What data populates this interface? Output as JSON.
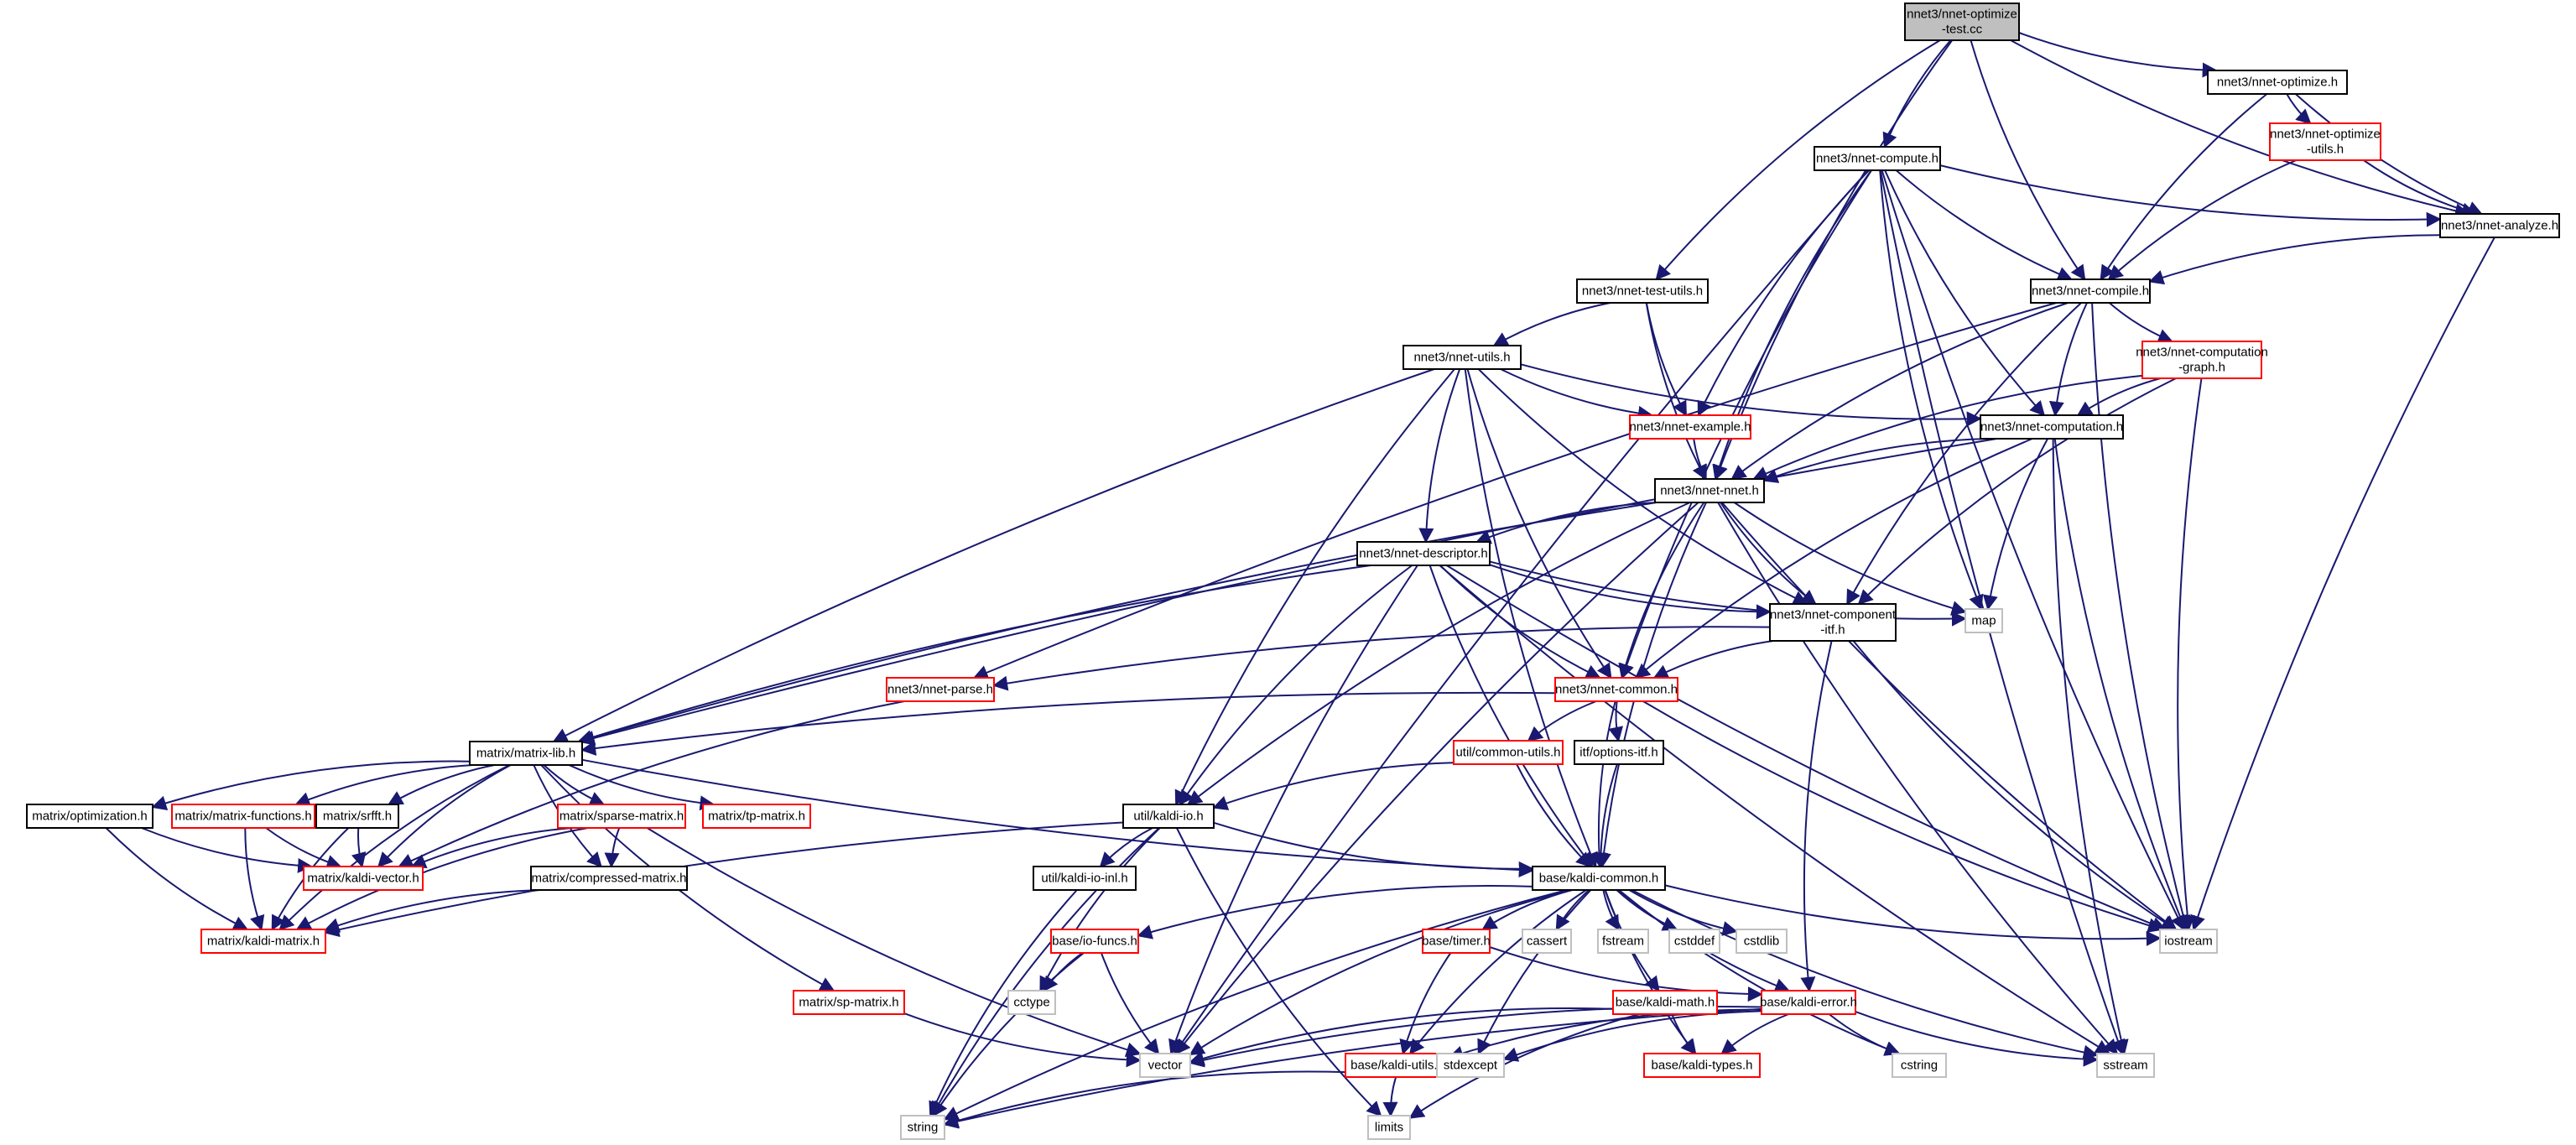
{
  "colors": {
    "edge": "#191970",
    "root_fill": "#bfbfbf",
    "root_stroke": "#000000",
    "default_stroke": "#000000",
    "expandable_stroke": "#ff0000",
    "leaf_stroke": "#bfbfbf",
    "node_fill": "#ffffff"
  },
  "nodes": [
    {
      "id": "root",
      "lines": [
        "nnet3/nnet-optimize",
        "-test.cc"
      ],
      "style": "root"
    },
    {
      "id": "optimize",
      "lines": [
        "nnet3/nnet-optimize.h"
      ],
      "style": "default"
    },
    {
      "id": "optutils",
      "lines": [
        "nnet3/nnet-optimize",
        "-utils.h"
      ],
      "style": "expandable"
    },
    {
      "id": "analyze",
      "lines": [
        "nnet3/nnet-analyze.h"
      ],
      "style": "default"
    },
    {
      "id": "compute",
      "lines": [
        "nnet3/nnet-compute.h"
      ],
      "style": "default"
    },
    {
      "id": "testutils",
      "lines": [
        "nnet3/nnet-test-utils.h"
      ],
      "style": "default"
    },
    {
      "id": "compile",
      "lines": [
        "nnet3/nnet-compile.h"
      ],
      "style": "default"
    },
    {
      "id": "nnetutils",
      "lines": [
        "nnet3/nnet-utils.h"
      ],
      "style": "default"
    },
    {
      "id": "compgraph",
      "lines": [
        "nnet3/nnet-computation",
        "-graph.h"
      ],
      "style": "expandable"
    },
    {
      "id": "example",
      "lines": [
        "nnet3/nnet-example.h"
      ],
      "style": "expandable"
    },
    {
      "id": "computation",
      "lines": [
        "nnet3/nnet-computation.h"
      ],
      "style": "default"
    },
    {
      "id": "nnet",
      "lines": [
        "nnet3/nnet-nnet.h"
      ],
      "style": "default"
    },
    {
      "id": "descriptor",
      "lines": [
        "nnet3/nnet-descriptor.h"
      ],
      "style": "default"
    },
    {
      "id": "map",
      "lines": [
        "map"
      ],
      "style": "leaf"
    },
    {
      "id": "compitf",
      "lines": [
        "nnet3/nnet-component",
        "-itf.h"
      ],
      "style": "default"
    },
    {
      "id": "parse",
      "lines": [
        "nnet3/nnet-parse.h"
      ],
      "style": "expandable"
    },
    {
      "id": "common",
      "lines": [
        "nnet3/nnet-common.h"
      ],
      "style": "expandable"
    },
    {
      "id": "matrixlib",
      "lines": [
        "matrix/matrix-lib.h"
      ],
      "style": "default"
    },
    {
      "id": "commonutils",
      "lines": [
        "util/common-utils.h"
      ],
      "style": "expandable"
    },
    {
      "id": "optionsitf",
      "lines": [
        "itf/options-itf.h"
      ],
      "style": "default"
    },
    {
      "id": "optimization",
      "lines": [
        "matrix/optimization.h"
      ],
      "style": "default"
    },
    {
      "id": "matfuncs",
      "lines": [
        "matrix/matrix-functions.h"
      ],
      "style": "expandable"
    },
    {
      "id": "srfft",
      "lines": [
        "matrix/srfft.h"
      ],
      "style": "default"
    },
    {
      "id": "sparse",
      "lines": [
        "matrix/sparse-matrix.h"
      ],
      "style": "expandable"
    },
    {
      "id": "tpmatrix",
      "lines": [
        "matrix/tp-matrix.h"
      ],
      "style": "expandable"
    },
    {
      "id": "kaldiio",
      "lines": [
        "util/kaldi-io.h"
      ],
      "style": "default"
    },
    {
      "id": "kaldivector",
      "lines": [
        "matrix/kaldi-vector.h"
      ],
      "style": "expandable"
    },
    {
      "id": "compressed",
      "lines": [
        "matrix/compressed-matrix.h"
      ],
      "style": "default"
    },
    {
      "id": "kaldiioinl",
      "lines": [
        "util/kaldi-io-inl.h"
      ],
      "style": "default"
    },
    {
      "id": "kaldicommon",
      "lines": [
        "base/kaldi-common.h"
      ],
      "style": "default"
    },
    {
      "id": "kaldimatrix",
      "lines": [
        "matrix/kaldi-matrix.h"
      ],
      "style": "expandable"
    },
    {
      "id": "iofuncs",
      "lines": [
        "base/io-funcs.h"
      ],
      "style": "expandable"
    },
    {
      "id": "timer",
      "lines": [
        "base/timer.h"
      ],
      "style": "expandable"
    },
    {
      "id": "cassert",
      "lines": [
        "cassert"
      ],
      "style": "leaf"
    },
    {
      "id": "fstream",
      "lines": [
        "fstream"
      ],
      "style": "leaf"
    },
    {
      "id": "cstddef",
      "lines": [
        "cstddef"
      ],
      "style": "leaf"
    },
    {
      "id": "cstdlib",
      "lines": [
        "cstdlib"
      ],
      "style": "leaf"
    },
    {
      "id": "iostream",
      "lines": [
        "iostream"
      ],
      "style": "leaf"
    },
    {
      "id": "cctype",
      "lines": [
        "cctype"
      ],
      "style": "leaf"
    },
    {
      "id": "spmatrix",
      "lines": [
        "matrix/sp-matrix.h"
      ],
      "style": "expandable"
    },
    {
      "id": "kaldimath",
      "lines": [
        "base/kaldi-math.h"
      ],
      "style": "expandable"
    },
    {
      "id": "kaldierror",
      "lines": [
        "base/kaldi-error.h"
      ],
      "style": "expandable"
    },
    {
      "id": "vector",
      "lines": [
        "vector"
      ],
      "style": "leaf"
    },
    {
      "id": "kaldiutils",
      "lines": [
        "base/kaldi-utils.h"
      ],
      "style": "expandable"
    },
    {
      "id": "stdexcept",
      "lines": [
        "stdexcept"
      ],
      "style": "leaf"
    },
    {
      "id": "kaldytypes",
      "lines": [
        "base/kaldi-types.h"
      ],
      "style": "expandable"
    },
    {
      "id": "cstring",
      "lines": [
        "cstring"
      ],
      "style": "leaf"
    },
    {
      "id": "sstream",
      "lines": [
        "sstream"
      ],
      "style": "leaf"
    },
    {
      "id": "string",
      "lines": [
        "string"
      ],
      "style": "leaf"
    },
    {
      "id": "limits",
      "lines": [
        "limits"
      ],
      "style": "leaf"
    }
  ],
  "edges": [
    [
      "root",
      "optimize"
    ],
    [
      "root",
      "analyze"
    ],
    [
      "root",
      "compute"
    ],
    [
      "root",
      "testutils"
    ],
    [
      "root",
      "compile"
    ],
    [
      "root",
      "nnet"
    ],
    [
      "optimize",
      "optutils"
    ],
    [
      "optimize",
      "analyze"
    ],
    [
      "optimize",
      "compile"
    ],
    [
      "optutils",
      "analyze"
    ],
    [
      "optutils",
      "compile"
    ],
    [
      "analyze",
      "compile"
    ],
    [
      "analyze",
      "iostream"
    ],
    [
      "compute",
      "analyze"
    ],
    [
      "compute",
      "compile"
    ],
    [
      "compute",
      "computation"
    ],
    [
      "compute",
      "nnet"
    ],
    [
      "compute",
      "example"
    ],
    [
      "compute",
      "common"
    ],
    [
      "compute",
      "vector"
    ],
    [
      "compute",
      "map"
    ],
    [
      "compute",
      "iostream"
    ],
    [
      "compute",
      "sstream"
    ],
    [
      "testutils",
      "nnetutils"
    ],
    [
      "testutils",
      "example"
    ],
    [
      "testutils",
      "nnet"
    ],
    [
      "compile",
      "compgraph"
    ],
    [
      "compile",
      "computation"
    ],
    [
      "compile",
      "nnet"
    ],
    [
      "compile",
      "parse"
    ],
    [
      "compile",
      "compitf"
    ],
    [
      "compile",
      "iostream"
    ],
    [
      "compgraph",
      "computation"
    ],
    [
      "compgraph",
      "nnet"
    ],
    [
      "compgraph",
      "compitf"
    ],
    [
      "compgraph",
      "iostream"
    ],
    [
      "nnetutils",
      "example"
    ],
    [
      "nnetutils",
      "computation"
    ],
    [
      "nnetutils",
      "descriptor"
    ],
    [
      "nnetutils",
      "compitf"
    ],
    [
      "nnetutils",
      "common"
    ],
    [
      "nnetutils",
      "matrixlib"
    ],
    [
      "nnetutils",
      "kaldiio"
    ],
    [
      "nnetutils",
      "kaldicommon"
    ],
    [
      "example",
      "nnet"
    ],
    [
      "computation",
      "nnet"
    ],
    [
      "computation",
      "map"
    ],
    [
      "computation",
      "common"
    ],
    [
      "computation",
      "iostream"
    ],
    [
      "computation",
      "sstream"
    ],
    [
      "computation",
      "matrixlib"
    ],
    [
      "nnet",
      "descriptor"
    ],
    [
      "nnet",
      "compitf"
    ],
    [
      "nnet",
      "common"
    ],
    [
      "nnet",
      "matrixlib"
    ],
    [
      "nnet",
      "kaldiio"
    ],
    [
      "nnet",
      "kaldicommon"
    ],
    [
      "nnet",
      "map"
    ],
    [
      "nnet",
      "iostream"
    ],
    [
      "nnet",
      "sstream"
    ],
    [
      "nnet",
      "vector"
    ],
    [
      "descriptor",
      "compitf"
    ],
    [
      "descriptor",
      "common"
    ],
    [
      "descriptor",
      "map"
    ],
    [
      "descriptor",
      "kaldicommon"
    ],
    [
      "descriptor",
      "kaldiio"
    ],
    [
      "descriptor",
      "matrixlib"
    ],
    [
      "descriptor",
      "vector"
    ],
    [
      "descriptor",
      "iostream"
    ],
    [
      "descriptor",
      "sstream"
    ],
    [
      "compitf",
      "parse"
    ],
    [
      "compitf",
      "common"
    ],
    [
      "compitf",
      "kaldierror"
    ],
    [
      "compitf",
      "iostream"
    ],
    [
      "parse",
      "kaldivector"
    ],
    [
      "common",
      "matrixlib"
    ],
    [
      "common",
      "commonutils"
    ],
    [
      "common",
      "optionsitf"
    ],
    [
      "common",
      "kaldicommon"
    ],
    [
      "common",
      "iostream"
    ],
    [
      "commonutils",
      "kaldiio"
    ],
    [
      "commonutils",
      "kaldicommon"
    ],
    [
      "optionsitf",
      "kaldicommon"
    ],
    [
      "matrixlib",
      "optimization"
    ],
    [
      "matrixlib",
      "matfuncs"
    ],
    [
      "matrixlib",
      "srfft"
    ],
    [
      "matrixlib",
      "sparse"
    ],
    [
      "matrixlib",
      "tpmatrix"
    ],
    [
      "matrixlib",
      "spmatrix"
    ],
    [
      "matrixlib",
      "kaldivector"
    ],
    [
      "matrixlib",
      "compressed"
    ],
    [
      "matrixlib",
      "kaldimatrix"
    ],
    [
      "matrixlib",
      "kaldicommon"
    ],
    [
      "optimization",
      "kaldivector"
    ],
    [
      "optimization",
      "kaldimatrix"
    ],
    [
      "matfuncs",
      "kaldivector"
    ],
    [
      "matfuncs",
      "kaldimatrix"
    ],
    [
      "srfft",
      "kaldivector"
    ],
    [
      "srfft",
      "kaldimatrix"
    ],
    [
      "sparse",
      "kaldivector"
    ],
    [
      "sparse",
      "kaldimatrix"
    ],
    [
      "sparse",
      "compressed"
    ],
    [
      "sparse",
      "vector"
    ],
    [
      "compressed",
      "kaldimatrix"
    ],
    [
      "kaldiio",
      "kaldiioinl"
    ],
    [
      "kaldiio",
      "kaldicommon"
    ],
    [
      "kaldiio",
      "kaldimatrix"
    ],
    [
      "kaldiio",
      "cctype"
    ],
    [
      "kaldiio",
      "limits"
    ],
    [
      "kaldiio",
      "string"
    ],
    [
      "kaldiioinl",
      "string"
    ],
    [
      "kaldicommon",
      "iofuncs"
    ],
    [
      "kaldicommon",
      "timer"
    ],
    [
      "kaldicommon",
      "cassert"
    ],
    [
      "kaldicommon",
      "fstream"
    ],
    [
      "kaldicommon",
      "cstddef"
    ],
    [
      "kaldicommon",
      "cstdlib"
    ],
    [
      "kaldicommon",
      "iostream"
    ],
    [
      "kaldicommon",
      "kaldimath"
    ],
    [
      "kaldicommon",
      "kaldierror"
    ],
    [
      "kaldicommon",
      "kaldiutils"
    ],
    [
      "kaldicommon",
      "kaldytypes"
    ],
    [
      "kaldicommon",
      "stdexcept"
    ],
    [
      "kaldicommon",
      "cstring"
    ],
    [
      "kaldicommon",
      "sstream"
    ],
    [
      "kaldicommon",
      "vector"
    ],
    [
      "kaldicommon",
      "string"
    ],
    [
      "iofuncs",
      "cctype"
    ],
    [
      "iofuncs",
      "vector"
    ],
    [
      "iofuncs",
      "string"
    ],
    [
      "timer",
      "kaldiutils"
    ],
    [
      "timer",
      "kaldierror"
    ],
    [
      "spmatrix",
      "vector"
    ],
    [
      "kaldimath",
      "vector"
    ],
    [
      "kaldimath",
      "kaldytypes"
    ],
    [
      "kaldimath",
      "limits"
    ],
    [
      "kaldierror",
      "vector"
    ],
    [
      "kaldierror",
      "stdexcept"
    ],
    [
      "kaldierror",
      "kaldiutils"
    ],
    [
      "kaldierror",
      "kaldytypes"
    ],
    [
      "kaldierror",
      "cstring"
    ],
    [
      "kaldierror",
      "sstream"
    ],
    [
      "kaldierror",
      "string"
    ],
    [
      "kaldiutils",
      "string"
    ],
    [
      "kaldiutils",
      "limits"
    ]
  ]
}
